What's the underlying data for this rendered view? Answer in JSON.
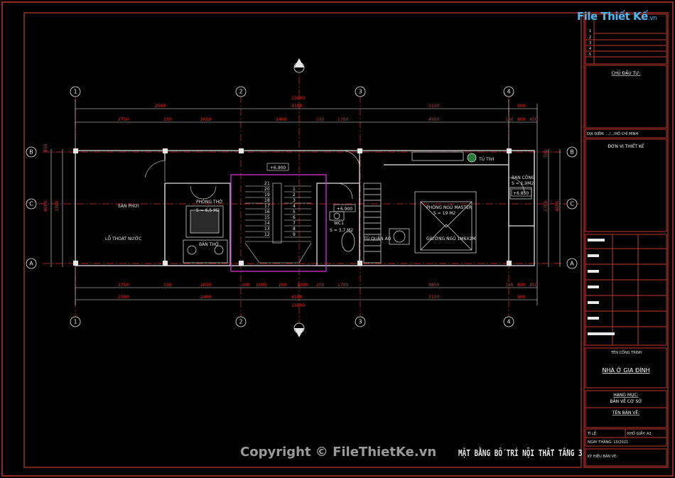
{
  "logo": {
    "brand": "File Thiết Kế",
    "tld": ".vn"
  },
  "watermark": "Copyright © FileThietKe.vn",
  "sheet_title": "MẶT BẰNG BỐ TRÍ NỘI THẤT TẦNG 3",
  "grid_axes": {
    "numbers": [
      "1",
      "2",
      "3",
      "4"
    ],
    "letters": [
      "A",
      "B",
      "C"
    ]
  },
  "dimensions": {
    "overall": "15000",
    "top_row1": [
      "2500",
      "4100",
      "3100",
      "900"
    ],
    "top_row2": [
      "2750",
      "150",
      "2650",
      "2400",
      "150",
      "1700",
      "4900",
      "150",
      "800",
      "450"
    ],
    "bottom_row1": [
      "2750",
      "150",
      "2650",
      "100",
      "1000",
      "200",
      "1000",
      "200",
      "1700",
      "4850",
      "150",
      "800",
      "450"
    ],
    "bottom_row2": [
      "2500",
      "2400",
      "4100",
      "3100",
      "900"
    ],
    "left": [
      "450",
      "3200",
      "4000"
    ],
    "right": [
      "500",
      "2700",
      "4000"
    ]
  },
  "rooms": {
    "san_phoi": "SÂN PHƠI",
    "lo_thong_gio": "LỖ THOÁT NƯỚC",
    "phong_tho": "PHÒNG THỜ",
    "phong_tho_area": "S = 6,5 M2",
    "ban_tho": "BÀN THỜ",
    "wc": "WC1",
    "wc_area": "S = 3,7 M2",
    "tu_quan_ao": "TỦ QUẦN ÁO",
    "master": "PHÒNG NGỦ MASTER",
    "master_area": "S = 19 M2",
    "giuong": "GIƯỜNG NGỦ 1M6X2M",
    "tu_tivi": "TỦ TIVI",
    "ban_cong": "BAN CÔNG",
    "ban_cong_area": "S = 1,9M2"
  },
  "levels": [
    "+6.900",
    "+6.900",
    "+6.850"
  ],
  "stair_numbers_left": [
    "21",
    "20",
    "19",
    "18",
    "17",
    "16",
    "15",
    "14",
    "13",
    "12"
  ],
  "stair_numbers_right": [
    "1",
    "2",
    "3",
    "4",
    "5",
    "6",
    "7",
    "8",
    "9"
  ],
  "title_block": {
    "revisions": [
      "1",
      "2",
      "3",
      "4",
      "5"
    ],
    "chu_dau_tu": "CHỦ ĐẦU TƯ:",
    "address": "ĐỊA ĐIỂM: .../.../HỒ CHÍ MINH",
    "don_vi": "ĐƠN VỊ THIẾT KẾ",
    "ten_cong_trinh_label": "TÊN CÔNG TRÌNH",
    "ten_cong_trinh": "NHÀ Ở GIA ĐÌNH",
    "hang_muc_label": "HẠNG MỤC:",
    "hang_muc": "BẢN VẼ CƠ SỞ",
    "ten_ban_ve": "TÊN BẢN VẼ:",
    "ti_le": "TỈ LỆ:",
    "kho_giay": "KHỔ GIẤY: A3",
    "ngay": "NGÀY THÁNG: 10/2021",
    "ky_hieu": "KÝ HIỆU BẢN VẼ:"
  },
  "colors": {
    "frame": "#c0392b",
    "wall": "#e8e8e8",
    "axis": "#e03030",
    "stair_box": "#c030c0",
    "watermark": "#9a9a9a",
    "logo": "#4fb8f0"
  }
}
